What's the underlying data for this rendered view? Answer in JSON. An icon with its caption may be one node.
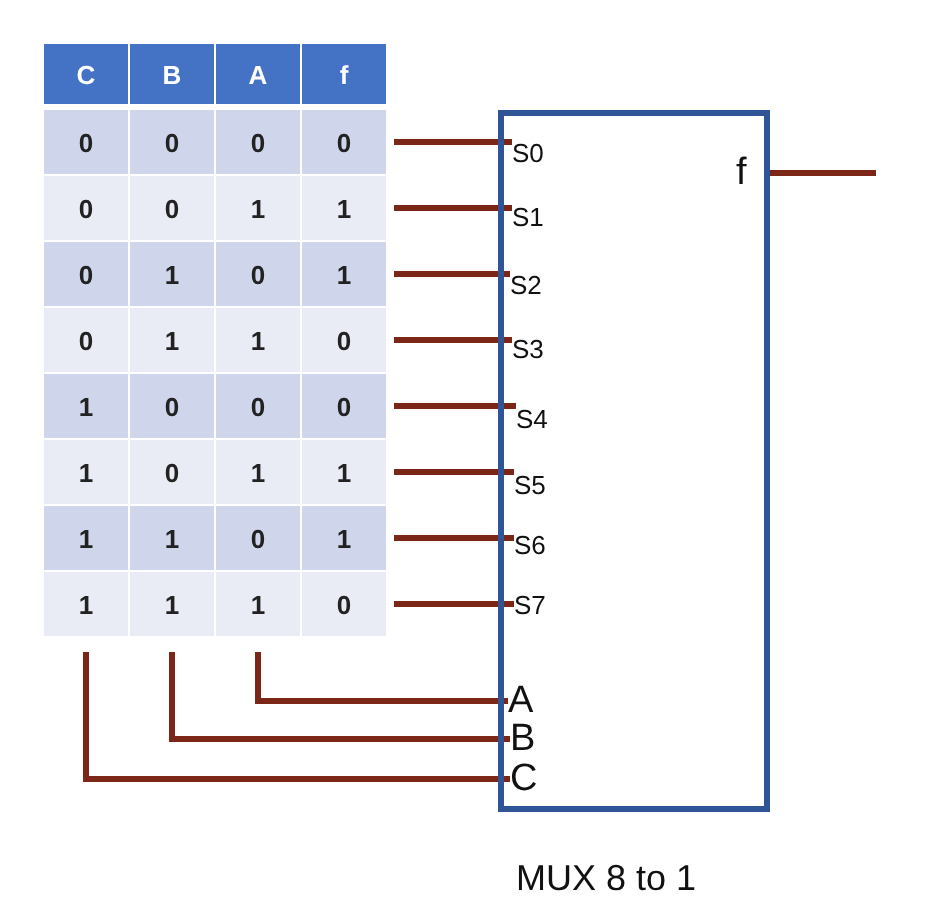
{
  "diagram": {
    "nodes": [
      {
        "text": [
          "C"
        ]
      },
      {
        "text": [
          "B"
        ]
      },
      {
        "text": [
          "A"
        ]
      },
      {
        "text": [
          "f"
        ]
      },
      {
        "text": [
          "0"
        ]
      },
      {
        "text": [
          "0"
        ]
      },
      {
        "text": [
          "0"
        ]
      },
      {
        "text": [
          "0"
        ]
      },
      {
        "text": [
          "0"
        ]
      },
      {
        "text": [
          "0"
        ]
      },
      {
        "text": [
          "1"
        ]
      },
      {
        "text": [
          "1"
        ]
      },
      {
        "text": [
          "0"
        ]
      },
      {
        "text": [
          "1"
        ]
      },
      {
        "text": [
          "0"
        ]
      },
      {
        "text": [
          "1"
        ]
      },
      {
        "text": [
          "0"
        ]
      },
      {
        "text": [
          "1"
        ]
      },
      {
        "text": [
          "1"
        ]
      },
      {
        "text": [
          "0"
        ]
      },
      {
        "text": [
          "1"
        ]
      },
      {
        "text": [
          "0"
        ]
      },
      {
        "text": [
          "0"
        ]
      },
      {
        "text": [
          "0"
        ]
      },
      {
        "text": [
          "1"
        ]
      },
      {
        "text": [
          "0"
        ]
      },
      {
        "text": [
          "1"
        ]
      },
      {
        "text": [
          "1"
        ]
      },
      {
        "text": [
          "1"
        ]
      },
      {
        "text": [
          "1"
        ]
      },
      {
        "text": [
          "0"
        ]
      },
      {
        "text": [
          "1"
        ]
      },
      {
        "text": [
          "1"
        ]
      },
      {
        "text": [
          "1"
        ]
      },
      {
        "text": [
          "1"
        ]
      },
      {
        "text": [
          "0"
        ]
      },
      {
        "text": [
          "MUX 8 to 1"
        ]
      },
      {
        "text": [
          "S0"
        ],
        "in": 36
      },
      {
        "text": [
          "S1"
        ],
        "in": 36
      },
      {
        "text": [
          "S2"
        ],
        "in": 36
      },
      {
        "text": [
          "S3"
        ],
        "in": 36
      },
      {
        "text": [
          "S4"
        ],
        "in": 36
      },
      {
        "text": [
          "S5"
        ],
        "in": 36
      },
      {
        "text": [
          "S6"
        ],
        "in": 36
      },
      {
        "text": [
          "S7"
        ],
        "in": 36
      },
      {
        "text": [
          "A"
        ],
        "in": 36
      },
      {
        "text": [
          "B"
        ],
        "in": 36
      },
      {
        "text": [
          "C"
        ],
        "in": 36
      },
      {
        "text": [
          "f"
        ],
        "in": 36
      }
    ],
    "edges": [
      {
        "from": 7,
        "to": 37,
        "arrow": "none"
      },
      {
        "from": 11,
        "to": 38,
        "arrow": "none"
      },
      {
        "from": 15,
        "to": 39,
        "arrow": "none"
      },
      {
        "from": 19,
        "to": 40,
        "arrow": "none"
      },
      {
        "from": 23,
        "to": 41,
        "arrow": "none"
      },
      {
        "from": 27,
        "to": 42,
        "arrow": "none"
      },
      {
        "from": 31,
        "to": 43,
        "arrow": "none"
      },
      {
        "from": 35,
        "to": 44,
        "arrow": "none"
      },
      {
        "from": 34,
        "to": 45,
        "arrow": "none"
      },
      {
        "from": 33,
        "to": 46,
        "arrow": "none"
      },
      {
        "from": 32,
        "to": 47,
        "arrow": "none"
      },
      {
        "from": 48,
        "to": null,
        "arrow": "none"
      }
    ]
  }
}
